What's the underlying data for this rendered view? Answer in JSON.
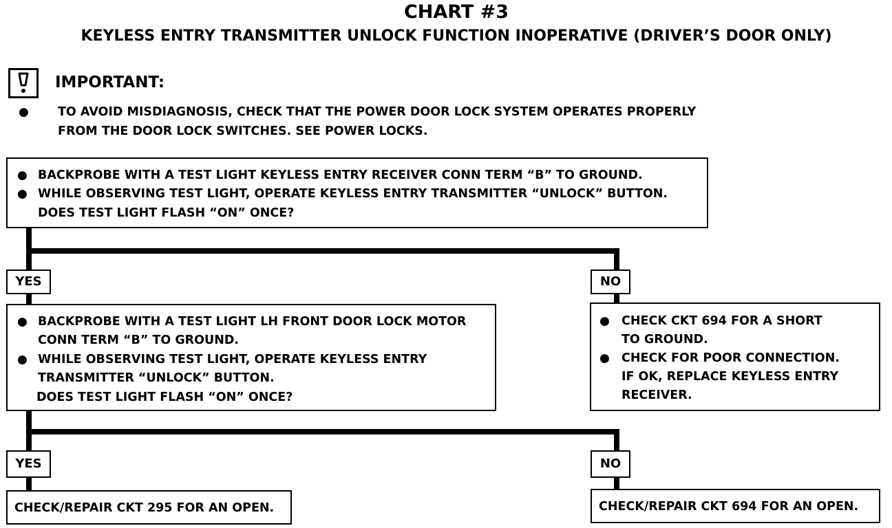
{
  "title": "CHART #3",
  "subtitle": "KEYLESS ENTRY TRANSMITTER UNLOCK FUNCTION INOPERATIVE (DRIVER’S DOOR ONLY)",
  "important": {
    "label": "IMPORTANT:",
    "icon": "exclamation-icon",
    "lines": [
      "TO AVOID MISDIAGNOSIS, CHECK THAT THE POWER DOOR LOCK SYSTEM OPERATES PROPERLY",
      "FROM THE DOOR LOCK SWITCHES.  SEE POWER LOCKS."
    ]
  },
  "step1": {
    "lines": [
      "BACKPROBE WITH A TEST LIGHT KEYLESS ENTRY RECEIVER CONN TERM “B” TO GROUND.",
      "WHILE OBSERVING TEST LIGHT, OPERATE KEYLESS ENTRY TRANSMITTER “UNLOCK” BUTTON.",
      "DOES TEST LIGHT FLASH “ON” ONCE?"
    ]
  },
  "branch1": {
    "yes": "YES",
    "no": "NO"
  },
  "step2_yes": {
    "lines": [
      "BACKPROBE WITH A TEST LIGHT LH FRONT DOOR LOCK MOTOR",
      "CONN TERM “B” TO GROUND.",
      "WHILE OBSERVING TEST LIGHT, OPERATE KEYLESS ENTRY",
      "TRANSMITTER “UNLOCK” BUTTON.",
      "DOES TEST LIGHT FLASH “ON” ONCE?"
    ]
  },
  "step2_no": {
    "lines": [
      "CHECK CKT 694 FOR A SHORT",
      "TO GROUND.",
      "CHECK FOR POOR CONNECTION.",
      "IF OK, REPLACE KEYLESS ENTRY",
      "RECEIVER."
    ]
  },
  "branch2": {
    "yes": "YES",
    "no": "NO"
  },
  "result_yes": "CHECK/REPAIR CKT 295 FOR AN OPEN.",
  "result_no": "CHECK/REPAIR CKT 694 FOR AN OPEN."
}
